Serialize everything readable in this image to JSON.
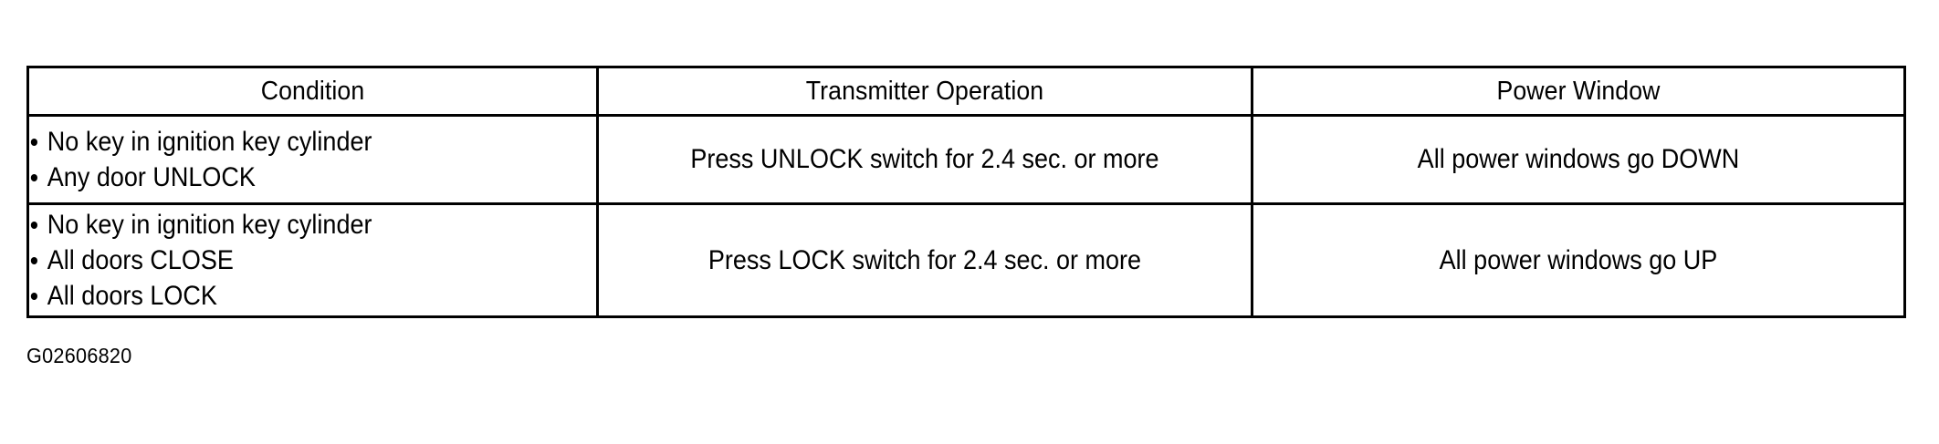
{
  "table": {
    "columns": [
      {
        "key": "condition",
        "header": "Condition"
      },
      {
        "key": "transmitter",
        "header": "Transmitter Operation"
      },
      {
        "key": "window",
        "header": "Power Window"
      }
    ],
    "rows": [
      {
        "conditions": [
          "No key in ignition key cylinder",
          "Any door UNLOCK"
        ],
        "transmitter": "Press UNLOCK switch for 2.4 sec. or more",
        "window": "All power windows go DOWN"
      },
      {
        "conditions": [
          "No key in ignition key cylinder",
          "All doors CLOSE",
          "All doors LOCK"
        ],
        "transmitter": "Press LOCK switch for 2.4 sec. or more",
        "window": "All power windows go UP"
      }
    ]
  },
  "figure": {
    "caption": "G02606820"
  },
  "colors": {
    "background": "#ffffff",
    "text": "#000000",
    "border": "#000000"
  }
}
